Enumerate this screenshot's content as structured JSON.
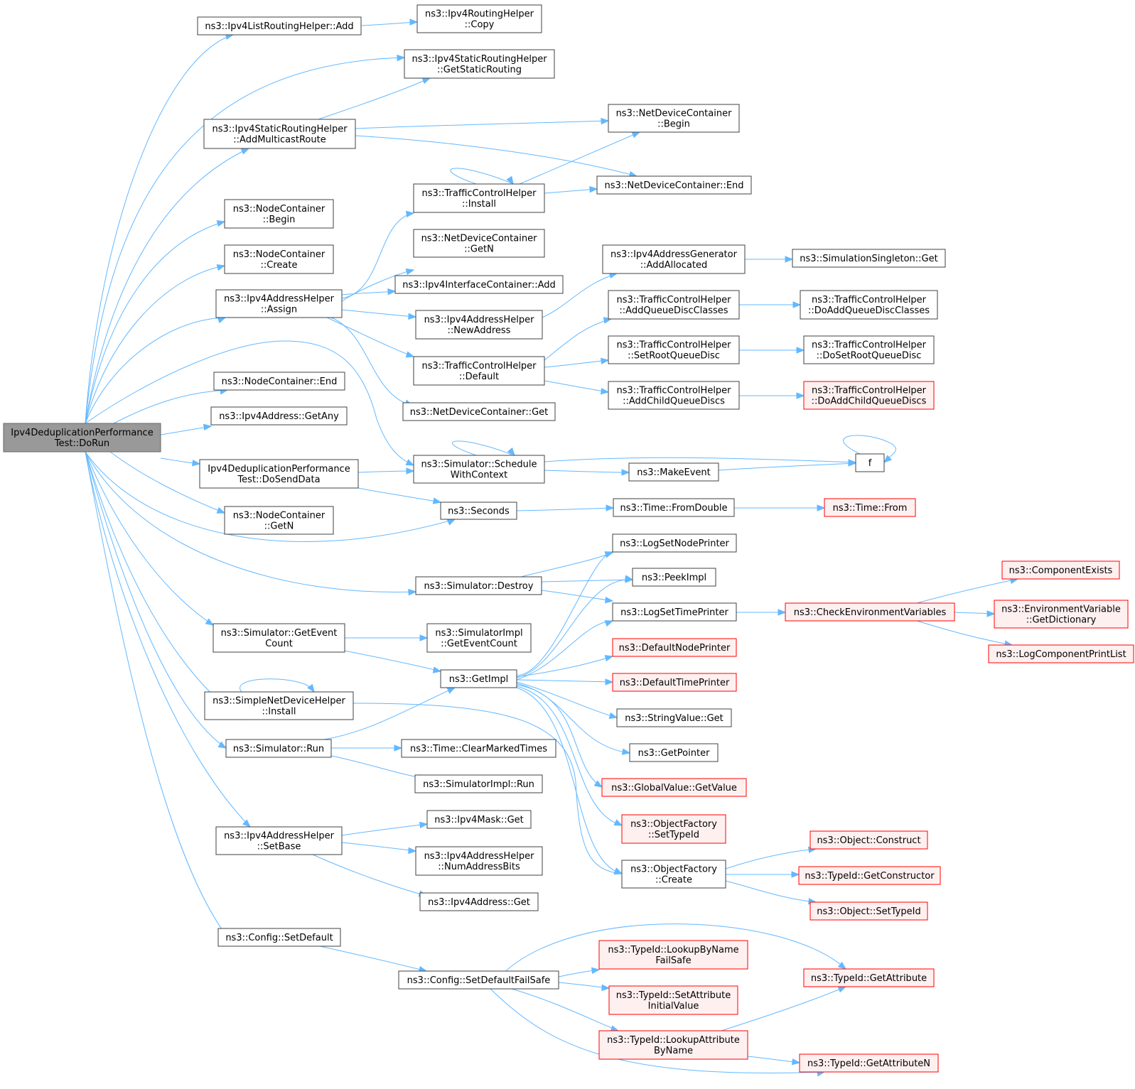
{
  "colors": {
    "edge": "#63B8FF",
    "node_border": "#404040",
    "node_fill": "#ffffff",
    "root_fill": "#999999",
    "root_border": "#666666",
    "truncated_border": "#FF0000",
    "truncated_fill": "#FFF0F0"
  },
  "nodes": [
    {
      "id": "root",
      "lines": [
        "Ipv4DeduplicationPerformance",
        "Test::DoRun"
      ],
      "kind": "root"
    },
    {
      "id": "lrh_add",
      "lines": [
        "ns3::Ipv4ListRoutingHelper::Add"
      ],
      "kind": "normal"
    },
    {
      "id": "rh_copy",
      "lines": [
        "ns3::Ipv4RoutingHelper",
        "::Copy"
      ],
      "kind": "normal"
    },
    {
      "id": "srh_gsr",
      "lines": [
        "ns3::Ipv4StaticRoutingHelper",
        "::GetStaticRouting"
      ],
      "kind": "normal"
    },
    {
      "id": "srh_amr",
      "lines": [
        "ns3::Ipv4StaticRoutingHelper",
        "::AddMulticastRoute"
      ],
      "kind": "normal"
    },
    {
      "id": "ndc_begin",
      "lines": [
        "ns3::NetDeviceContainer",
        "::Begin"
      ],
      "kind": "normal"
    },
    {
      "id": "ndc_end",
      "lines": [
        "ns3::NetDeviceContainer::End"
      ],
      "kind": "normal"
    },
    {
      "id": "tch_install",
      "lines": [
        "ns3::TrafficControlHelper",
        "::Install"
      ],
      "kind": "normal"
    },
    {
      "id": "nc_begin",
      "lines": [
        "ns3::NodeContainer",
        "::Begin"
      ],
      "kind": "normal"
    },
    {
      "id": "nc_create",
      "lines": [
        "ns3::NodeContainer",
        "::Create"
      ],
      "kind": "normal"
    },
    {
      "id": "ndc_getn",
      "lines": [
        "ns3::NetDeviceContainer",
        "::GetN"
      ],
      "kind": "normal"
    },
    {
      "id": "iac_add",
      "lines": [
        "ns3::Ipv4InterfaceContainer::Add"
      ],
      "kind": "normal"
    },
    {
      "id": "iag_aa",
      "lines": [
        "ns3::Ipv4AddressGenerator",
        "::AddAllocated"
      ],
      "kind": "normal"
    },
    {
      "id": "ss_get",
      "lines": [
        "ns3::SimulationSingleton::Get"
      ],
      "kind": "normal"
    },
    {
      "id": "iah_assign",
      "lines": [
        "ns3::Ipv4AddressHelper",
        "::Assign"
      ],
      "kind": "normal"
    },
    {
      "id": "iah_na",
      "lines": [
        "ns3::Ipv4AddressHelper",
        "::NewAddress"
      ],
      "kind": "normal"
    },
    {
      "id": "tch_aqdc",
      "lines": [
        "ns3::TrafficControlHelper",
        "::AddQueueDiscClasses"
      ],
      "kind": "normal"
    },
    {
      "id": "tch_doaqdc",
      "lines": [
        "ns3::TrafficControlHelper",
        "::DoAddQueueDiscClasses"
      ],
      "kind": "normal"
    },
    {
      "id": "tch_srqd",
      "lines": [
        "ns3::TrafficControlHelper",
        "::SetRootQueueDisc"
      ],
      "kind": "normal"
    },
    {
      "id": "tch_dosrqd",
      "lines": [
        "ns3::TrafficControlHelper",
        "::DoSetRootQueueDisc"
      ],
      "kind": "normal"
    },
    {
      "id": "tch_default",
      "lines": [
        "ns3::TrafficControlHelper",
        "::Default"
      ],
      "kind": "normal"
    },
    {
      "id": "tch_acqd",
      "lines": [
        "ns3::TrafficControlHelper",
        "::AddChildQueueDiscs"
      ],
      "kind": "normal"
    },
    {
      "id": "tch_doacqd",
      "lines": [
        "ns3::TrafficControlHelper",
        "::DoAddChildQueueDiscs"
      ],
      "kind": "truncated"
    },
    {
      "id": "nc_end",
      "lines": [
        "ns3::NodeContainer::End"
      ],
      "kind": "normal"
    },
    {
      "id": "ndc_get",
      "lines": [
        "ns3::NetDeviceContainer::Get"
      ],
      "kind": "normal"
    },
    {
      "id": "ia_getany",
      "lines": [
        "ns3::Ipv4Address::GetAny"
      ],
      "kind": "normal"
    },
    {
      "id": "sim_swc",
      "lines": [
        "ns3::Simulator::Schedule",
        "WithContext"
      ],
      "kind": "normal"
    },
    {
      "id": "f",
      "lines": [
        "f"
      ],
      "kind": "normal"
    },
    {
      "id": "ddpt_dsd",
      "lines": [
        "Ipv4DeduplicationPerformance",
        "Test::DoSendData"
      ],
      "kind": "normal"
    },
    {
      "id": "makeevent",
      "lines": [
        "ns3::MakeEvent"
      ],
      "kind": "normal"
    },
    {
      "id": "seconds",
      "lines": [
        "ns3::Seconds"
      ],
      "kind": "normal"
    },
    {
      "id": "time_fd",
      "lines": [
        "ns3::Time::FromDouble"
      ],
      "kind": "normal"
    },
    {
      "id": "time_from",
      "lines": [
        "ns3::Time::From"
      ],
      "kind": "truncated"
    },
    {
      "id": "nc_getn",
      "lines": [
        "ns3::NodeContainer",
        "::GetN"
      ],
      "kind": "normal"
    },
    {
      "id": "logsnp",
      "lines": [
        "ns3::LogSetNodePrinter"
      ],
      "kind": "normal"
    },
    {
      "id": "sim_destroy",
      "lines": [
        "ns3::Simulator::Destroy"
      ],
      "kind": "normal"
    },
    {
      "id": "peekimpl",
      "lines": [
        "ns3::PeekImpl"
      ],
      "kind": "normal"
    },
    {
      "id": "compexists",
      "lines": [
        "ns3::ComponentExists"
      ],
      "kind": "truncated"
    },
    {
      "id": "logstp",
      "lines": [
        "ns3::LogSetTimePrinter"
      ],
      "kind": "normal"
    },
    {
      "id": "checkenv",
      "lines": [
        "ns3::CheckEnvironmentVariables"
      ],
      "kind": "truncated"
    },
    {
      "id": "envvar",
      "lines": [
        "ns3::EnvironmentVariable",
        "::GetDictionary"
      ],
      "kind": "truncated"
    },
    {
      "id": "logcpl",
      "lines": [
        "ns3::LogComponentPrintList"
      ],
      "kind": "truncated"
    },
    {
      "id": "sim_gec",
      "lines": [
        "ns3::Simulator::GetEvent",
        "Count"
      ],
      "kind": "normal"
    },
    {
      "id": "simimpl_gec",
      "lines": [
        "ns3::SimulatorImpl",
        "::GetEventCount"
      ],
      "kind": "normal"
    },
    {
      "id": "defnp",
      "lines": [
        "ns3::DefaultNodePrinter"
      ],
      "kind": "truncated"
    },
    {
      "id": "getimpl",
      "lines": [
        "ns3::GetImpl"
      ],
      "kind": "normal"
    },
    {
      "id": "deftp",
      "lines": [
        "ns3::DefaultTimePrinter"
      ],
      "kind": "truncated"
    },
    {
      "id": "sndh_install",
      "lines": [
        "ns3::SimpleNetDeviceHelper",
        "::Install"
      ],
      "kind": "normal"
    },
    {
      "id": "sv_get",
      "lines": [
        "ns3::StringValue::Get"
      ],
      "kind": "normal"
    },
    {
      "id": "sim_run",
      "lines": [
        "ns3::Simulator::Run"
      ],
      "kind": "normal"
    },
    {
      "id": "time_cmt",
      "lines": [
        "ns3::Time::ClearMarkedTimes"
      ],
      "kind": "normal"
    },
    {
      "id": "getpointer",
      "lines": [
        "ns3::GetPointer"
      ],
      "kind": "normal"
    },
    {
      "id": "simimpl_run",
      "lines": [
        "ns3::SimulatorImpl::Run"
      ],
      "kind": "normal"
    },
    {
      "id": "gv_getvalue",
      "lines": [
        "ns3::GlobalValue::GetValue"
      ],
      "kind": "truncated"
    },
    {
      "id": "mask_get",
      "lines": [
        "ns3::Ipv4Mask::Get"
      ],
      "kind": "normal"
    },
    {
      "id": "of_settypeid",
      "lines": [
        "ns3::ObjectFactory",
        "::SetTypeId"
      ],
      "kind": "truncated"
    },
    {
      "id": "iah_setbase",
      "lines": [
        "ns3::Ipv4AddressHelper",
        "::SetBase"
      ],
      "kind": "normal"
    },
    {
      "id": "iah_nab",
      "lines": [
        "ns3::Ipv4AddressHelper",
        "::NumAddressBits"
      ],
      "kind": "normal"
    },
    {
      "id": "obj_construct",
      "lines": [
        "ns3::Object::Construct"
      ],
      "kind": "truncated"
    },
    {
      "id": "of_create",
      "lines": [
        "ns3::ObjectFactory",
        "::Create"
      ],
      "kind": "normal"
    },
    {
      "id": "tid_getctor",
      "lines": [
        "ns3::TypeId::GetConstructor"
      ],
      "kind": "truncated"
    },
    {
      "id": "ia_get",
      "lines": [
        "ns3::Ipv4Address::Get"
      ],
      "kind": "normal"
    },
    {
      "id": "obj_settypeid",
      "lines": [
        "ns3::Object::SetTypeId"
      ],
      "kind": "truncated"
    },
    {
      "id": "cfg_setdefault",
      "lines": [
        "ns3::Config::SetDefault"
      ],
      "kind": "normal"
    },
    {
      "id": "tid_lbnfs",
      "lines": [
        "ns3::TypeId::LookupByName",
        "FailSafe"
      ],
      "kind": "truncated"
    },
    {
      "id": "tid_getattr",
      "lines": [
        "ns3::TypeId::GetAttribute"
      ],
      "kind": "truncated"
    },
    {
      "id": "cfg_sdfs",
      "lines": [
        "ns3::Config::SetDefaultFailSafe"
      ],
      "kind": "normal"
    },
    {
      "id": "tid_saiv",
      "lines": [
        "ns3::TypeId::SetAttribute",
        "InitialValue"
      ],
      "kind": "truncated"
    },
    {
      "id": "tid_labn",
      "lines": [
        "ns3::TypeId::LookupAttribute",
        "ByName"
      ],
      "kind": "truncated"
    },
    {
      "id": "tid_getattrn",
      "lines": [
        "ns3::TypeId::GetAttributeN"
      ],
      "kind": "truncated"
    }
  ]
}
